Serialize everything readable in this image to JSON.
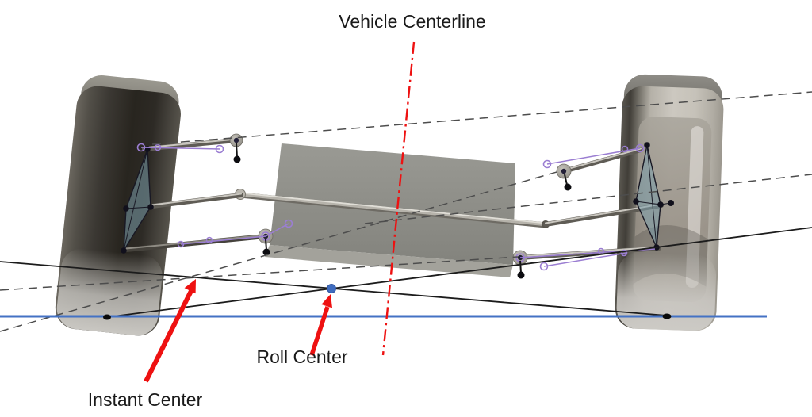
{
  "labels": {
    "vehicle_centerline": "Vehicle Centerline",
    "roll_center": "Roll Center",
    "instant_center": "Instant Center"
  },
  "colors": {
    "annotation_red": "#ee1111",
    "ground_line_blue": "#4472c4",
    "roll_center_dot_blue": "#3f6cbf",
    "construction_solid_black": "#1c1c1c",
    "construction_dashed_gray": "#4d4d4d",
    "highlight_purple": "#9b7ed2",
    "label_text": "#1a1a1a"
  }
}
